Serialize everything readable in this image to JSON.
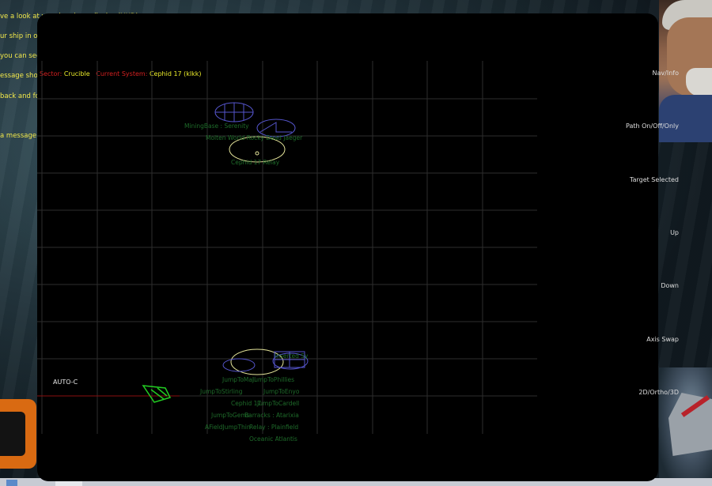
{
  "tutorial": {
    "lines": [
      "ve a look at your heads up display (HUD).",
      "ur ship in order to better focus on my instructions.",
      "you can see the",
      "essage shows t",
      "back and forth",
      "",
      "a message by"
    ]
  },
  "nav": {
    "sector_label": "Sector:",
    "sector_value": "Crucible",
    "system_label": "Current System:",
    "system_value": "Cephid 17 (klkk)",
    "auto_label": "AUTO-C",
    "objects": [
      "MiningBase : Serenity",
      "Molten World Rocky Dead Jaeger",
      "Cephid 17 Relay",
      "JumpToMall",
      "JumpToPhillies",
      "JumpToStirling",
      "JumpToEnyo",
      "Cephid 17",
      "JumpToCardell",
      "JumpToGems",
      "Barracks : Atarixia",
      "AFieldJumpThin",
      "Relay : Plainfield",
      "Oceanic Atlantis",
      "Inserted Sy"
    ]
  },
  "menu": {
    "nav_info": "Nav/Info",
    "path_toggle": "Path On/Off/Only",
    "target_selected": "Target Selected",
    "up": "Up",
    "down": "Down",
    "axis_swap": "Axis Swap",
    "view_mode": "2D/Ortho/3D"
  },
  "colors": {
    "console_bg": "#000000",
    "grid": "#333333",
    "object_label": "#1e6b2a",
    "player_ship": "#22cc22",
    "planet_outline": "#e5e59a",
    "station_outline": "#5555cc",
    "sector_label": "#d42020",
    "system_value": "#ecec2a"
  }
}
